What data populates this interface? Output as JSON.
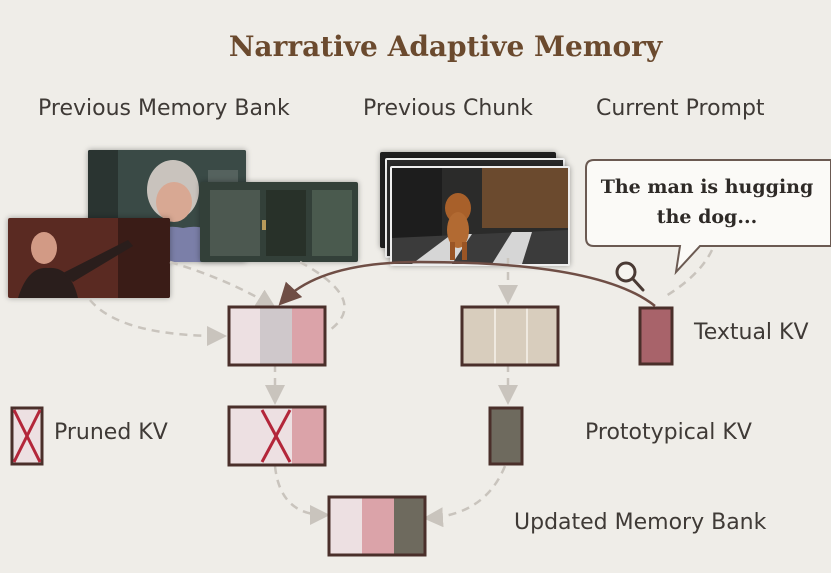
{
  "title": "Narrative Adaptive Memory",
  "columns": {
    "previous_memory_bank": "Previous Memory Bank",
    "previous_chunk": "Previous Chunk",
    "current_prompt": "Current Prompt"
  },
  "prompt": {
    "line1": "The man is hugging",
    "line2": "the dog..."
  },
  "labels": {
    "textual_kv": "Textual KV",
    "pruned_kv": "Pruned KV",
    "prototypical_kv": "Prototypical KV",
    "updated_memory_bank": "Updated Memory Bank"
  },
  "colors": {
    "light_pink": "#ede0e2",
    "gray_lilac": "#cfc8cb",
    "pink": "#dba3a9",
    "rose": "#a8636a",
    "beige": "#d8cdbd",
    "dark_gray": "#6e6a5e",
    "box_border": "#4a2f2a",
    "cross": "#b3263a"
  },
  "icons": [
    "magnifier-icon",
    "cross-icon"
  ]
}
